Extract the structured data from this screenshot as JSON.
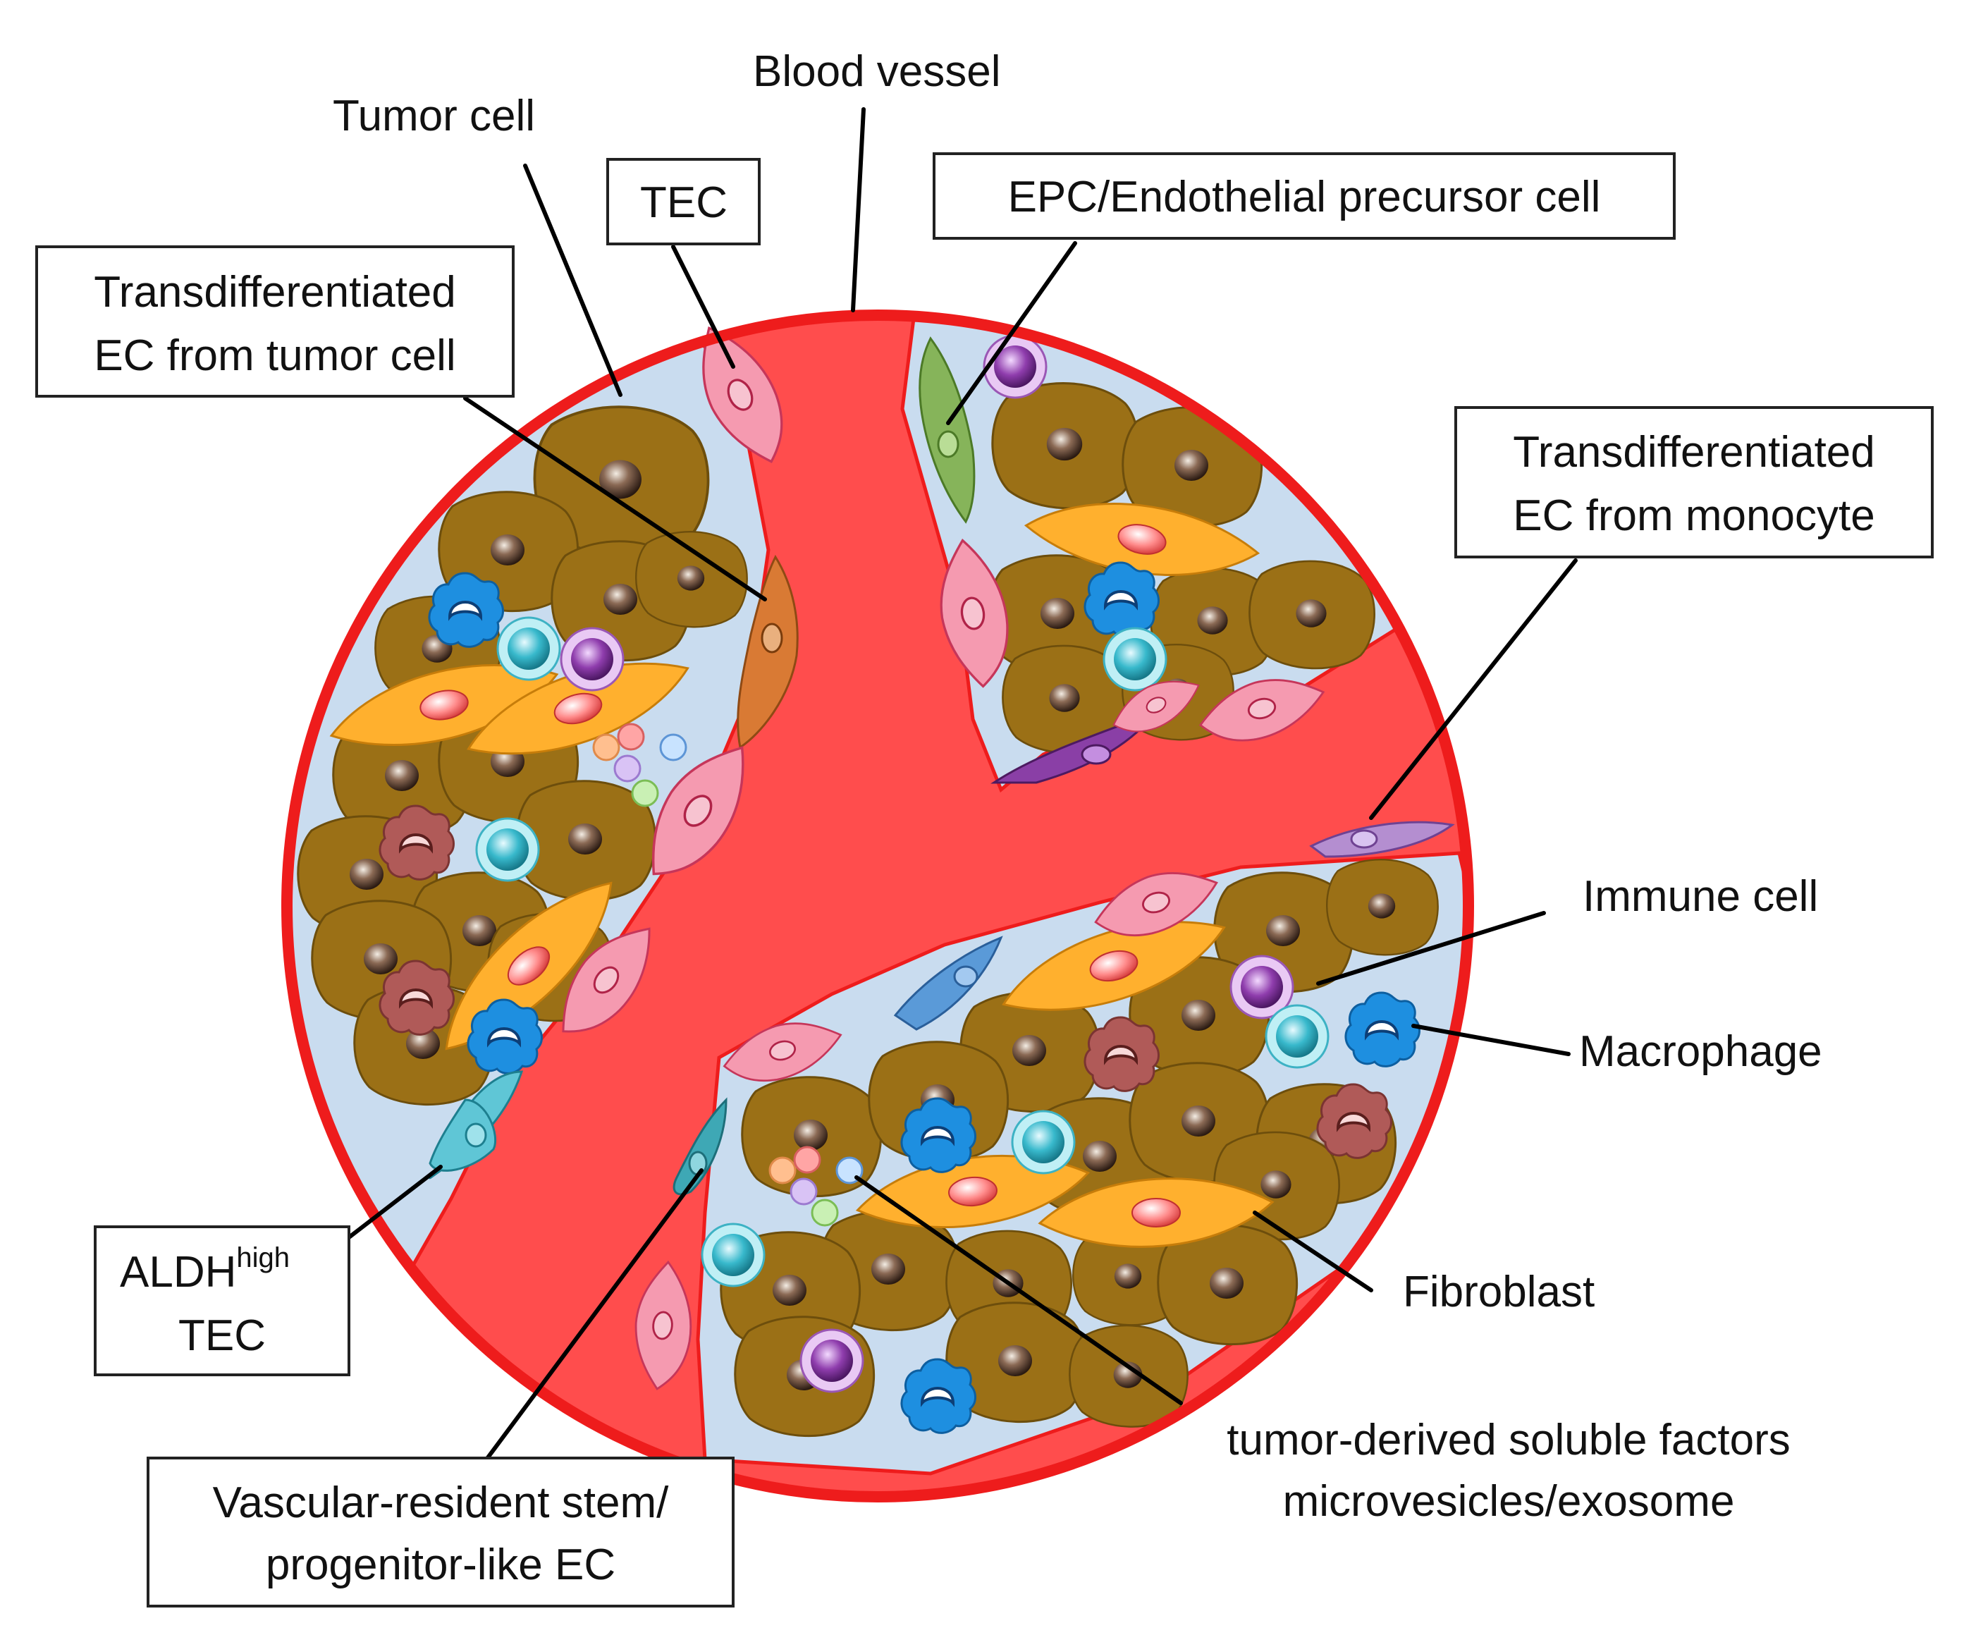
{
  "labels": {
    "blood_vessel": "Blood vessel",
    "tumor_cell": "Tumor cell",
    "tec": "TEC",
    "epc": "EPC/Endothelial precursor cell",
    "trans_tumor_line1": "Transdifferentiated",
    "trans_tumor_line2": "EC from tumor cell",
    "trans_mono_line1": "Transdifferentiated",
    "trans_mono_line2": "EC from monocyte",
    "immune_cell": "Immune cell",
    "macrophage": "Macrophage",
    "fibroblast": "Fibroblast",
    "aldh_base": "ALDH",
    "aldh_sup": "high",
    "aldh_line2": "TEC",
    "vascular_line1": "Vascular-resident stem/",
    "vascular_line2": "progenitor-like EC",
    "factors_line1": "tumor-derived soluble factors",
    "factors_line2": "microvesicles/exosome"
  },
  "colors": {
    "vessel": "#ff4d4d",
    "vessel_edge": "#ee1c1c",
    "stroma": "#c9dcef",
    "tumor": "#9b7016",
    "fibroblast": "#ffb02e",
    "tec": "#f59ab0",
    "epc": "#86b45a",
    "immune": "#8a3fa6",
    "macrophage": "#1e8fe0",
    "teal_cell": "#2fb7c8",
    "dark_macrophage": "#b05a58"
  }
}
